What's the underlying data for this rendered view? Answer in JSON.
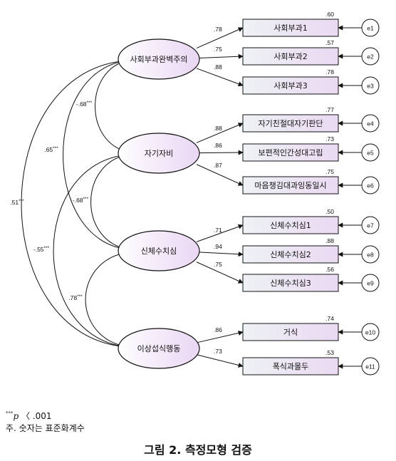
{
  "latents": [
    {
      "id": "L1",
      "label": "사회부과완벽주의"
    },
    {
      "id": "L2",
      "label": "자기자비"
    },
    {
      "id": "L3",
      "label": "신체수치심"
    },
    {
      "id": "L4",
      "label": "이상섭식행동"
    }
  ],
  "indicators": [
    {
      "id": "I1",
      "label": "사회부과1",
      "r2": ".60",
      "loading": ".78",
      "latent": "L1",
      "error": "e1"
    },
    {
      "id": "I2",
      "label": "사회부과2",
      "r2": ".57",
      "loading": ".75",
      "latent": "L1",
      "error": "e2"
    },
    {
      "id": "I3",
      "label": "사회부과3",
      "r2": ".78",
      "loading": ".88",
      "latent": "L1",
      "error": "e3"
    },
    {
      "id": "I4",
      "label": "자기친절대자기판단",
      "r2": ".77",
      "loading": ".88",
      "latent": "L2",
      "error": "e4"
    },
    {
      "id": "I5",
      "label": "보편적인간성대고립",
      "r2": ".73",
      "loading": ".86",
      "latent": "L2",
      "error": "e5"
    },
    {
      "id": "I6",
      "label": "마음챙김대과잉동일시",
      "r2": ".75",
      "loading": ".87",
      "latent": "L2",
      "error": "e6"
    },
    {
      "id": "I7",
      "label": "신체수치심1",
      "r2": ".50",
      "loading": ".71",
      "latent": "L3",
      "error": "e7"
    },
    {
      "id": "I8",
      "label": "신체수치심2",
      "r2": ".88",
      "loading": ".94",
      "latent": "L3",
      "error": "e8"
    },
    {
      "id": "I9",
      "label": "신체수치심3",
      "r2": ".56",
      "loading": ".75",
      "latent": "L3",
      "error": "e9"
    },
    {
      "id": "I10",
      "label": "거식",
      "r2": ".74",
      "loading": ".86",
      "latent": "L4",
      "error": "e10"
    },
    {
      "id": "I11",
      "label": "폭식과몰두",
      "r2": ".53",
      "loading": ".73",
      "latent": "L4",
      "error": "e11"
    }
  ],
  "correlations": [
    {
      "from": "L1",
      "to": "L2",
      "value": "-.68",
      "sig": "***"
    },
    {
      "from": "L1",
      "to": "L3",
      "value": ".65",
      "sig": "***"
    },
    {
      "from": "L1",
      "to": "L4",
      "value": ".51",
      "sig": "***"
    },
    {
      "from": "L2",
      "to": "L3",
      "value": "-.68",
      "sig": "***"
    },
    {
      "from": "L2",
      "to": "L4",
      "value": "-.55",
      "sig": "***"
    },
    {
      "from": "L3",
      "to": "L4",
      "value": ".78",
      "sig": "***"
    }
  ],
  "colors": {
    "ellipse_fill_start": "#ffffff",
    "ellipse_fill_end": "#e9d6f3",
    "box_fill_start": "#eef2f5",
    "box_fill_end": "#ead9f2",
    "stroke": "#111111"
  },
  "notes": {
    "sig_stars": "***",
    "sig_p": "p",
    "sig_rest": " 〈 .001",
    "line2": "주. 숫자는 표준화계수"
  },
  "caption": "그림 2. 측정모형 검증"
}
